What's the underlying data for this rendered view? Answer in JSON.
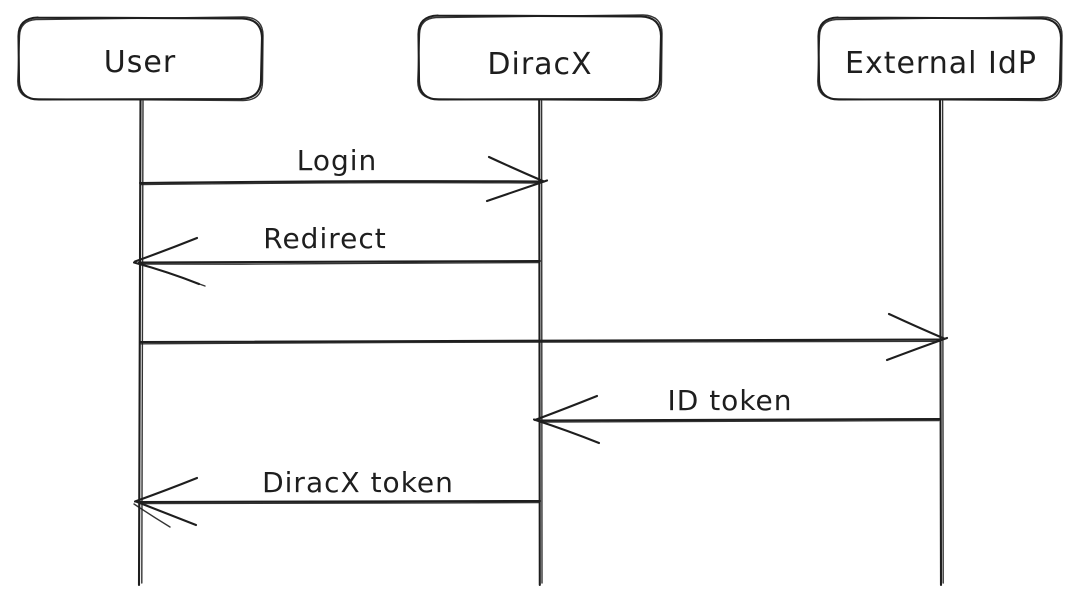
{
  "diagram": {
    "type": "sequence-diagram",
    "style": "hand-drawn",
    "colors": {
      "ink": "#1e1e1e",
      "background": "#ffffff"
    },
    "actors": [
      {
        "id": "user",
        "label": "User"
      },
      {
        "id": "diracx",
        "label": "DiracX"
      },
      {
        "id": "external-idp",
        "label": "External IdP"
      }
    ],
    "messages": [
      {
        "label": "Login",
        "from": "User",
        "to": "DiracX",
        "direction": "right"
      },
      {
        "label": "Redirect",
        "from": "DiracX",
        "to": "User",
        "direction": "left"
      },
      {
        "label": "",
        "from": "User",
        "to": "External IdP",
        "direction": "right"
      },
      {
        "label": "ID token",
        "from": "External IdP",
        "to": "DiracX",
        "direction": "left"
      },
      {
        "label": "DiracX token",
        "from": "DiracX",
        "to": "User",
        "direction": "left"
      }
    ]
  }
}
